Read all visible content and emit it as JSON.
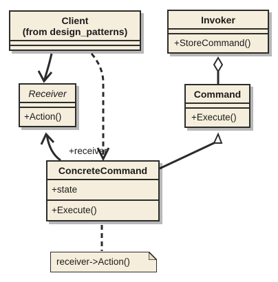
{
  "diagram": {
    "classes": {
      "client": {
        "name_line1": "Client",
        "name_line2": "(from design_patterns)"
      },
      "invoker": {
        "name": "Invoker",
        "operation": "+StoreCommand()"
      },
      "receiver": {
        "name": "Receiver",
        "operation": "+Action()"
      },
      "command": {
        "name": "Command",
        "operation": "+Execute()"
      },
      "concrete_command": {
        "name": "ConcreteCommand",
        "attribute": "+state",
        "operation": "+Execute()"
      }
    },
    "edge_labels": {
      "receiver_role": "+receiver"
    },
    "note": {
      "text": "receiver->Action()"
    }
  }
}
